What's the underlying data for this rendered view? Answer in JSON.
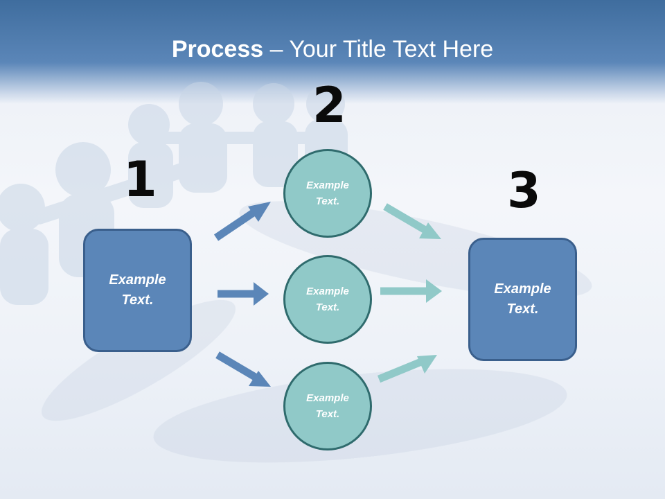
{
  "title": {
    "bold": "Process",
    "rest": " – Your Title Text Here"
  },
  "steps": {
    "one": "1",
    "two": "2",
    "three": "3"
  },
  "left_box": {
    "line1": "Example",
    "line2": "Text."
  },
  "circles": [
    {
      "line1": "Example",
      "line2": "Text."
    },
    {
      "line1": "Example",
      "line2": "Text."
    },
    {
      "line1": "Example",
      "line2": "Text."
    }
  ],
  "right_box": {
    "line1": "Example",
    "line2": "Text."
  },
  "colors": {
    "header": "#4a78ab",
    "box": "#5b86b8",
    "circle": "#90c9c8",
    "arrow_left": "#5b86b8",
    "arrow_right": "#90c9c8"
  }
}
